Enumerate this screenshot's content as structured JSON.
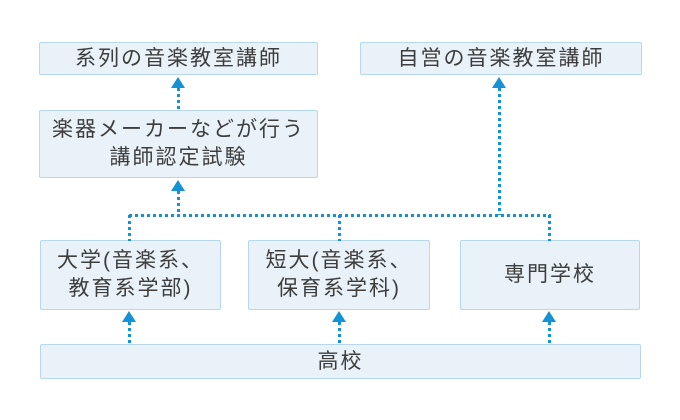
{
  "diagram": {
    "nodes": [
      {
        "id": "keiretsu",
        "label": "系列の音楽教室講師"
      },
      {
        "id": "jiei",
        "label": "自営の音楽教室講師"
      },
      {
        "id": "exam",
        "label": "楽器メーカーなどが行う\n講師認定試験"
      },
      {
        "id": "daigaku",
        "label": "大学(音楽系、\n教育系学部)"
      },
      {
        "id": "tandai",
        "label": "短大(音楽系、\n保育系学科)"
      },
      {
        "id": "senmon",
        "label": "専門学校"
      },
      {
        "id": "koukou",
        "label": "高校"
      }
    ],
    "edges": [
      {
        "from": "koukou",
        "to": "daigaku",
        "style": "dotted-arrow"
      },
      {
        "from": "koukou",
        "to": "tandai",
        "style": "dotted-arrow"
      },
      {
        "from": "koukou",
        "to": "senmon",
        "style": "dotted-arrow"
      },
      {
        "from": "daigaku",
        "to": "exam",
        "style": "dotted-arrow-via-trunk"
      },
      {
        "from": "tandai",
        "to": "exam",
        "style": "dotted-arrow-via-trunk"
      },
      {
        "from": "senmon",
        "to": "exam",
        "style": "dotted-arrow-via-trunk"
      },
      {
        "from": "daigaku",
        "to": "jiei",
        "style": "dotted-arrow-via-trunk"
      },
      {
        "from": "tandai",
        "to": "jiei",
        "style": "dotted-arrow-via-trunk"
      },
      {
        "from": "senmon",
        "to": "jiei",
        "style": "dotted-arrow-via-trunk"
      },
      {
        "from": "exam",
        "to": "keiretsu",
        "style": "dotted-arrow"
      }
    ]
  },
  "colors": {
    "accent": "#1591d5",
    "box-fill": "#eaf2f9",
    "box-border": "#b7d8ec",
    "text": "#3d3d3d",
    "bg": "#ffffff"
  }
}
